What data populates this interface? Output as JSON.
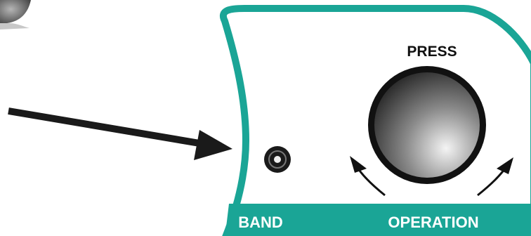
{
  "panel": {
    "press_label": "PRESS",
    "band_label": "BAND",
    "operation_label": "OPERATION"
  },
  "icons": {
    "pointer": "arrow-right-icon",
    "rotate_left": "rotate-ccw-arrow-icon",
    "rotate_right": "rotate-cw-arrow-icon"
  },
  "colors": {
    "panel_border": "#1aa596",
    "label_bar": "#1aa596",
    "label_text": "#ffffff",
    "press_text": "#111111",
    "arrow": "#1a1a1a",
    "knob_rim": "#111111"
  }
}
